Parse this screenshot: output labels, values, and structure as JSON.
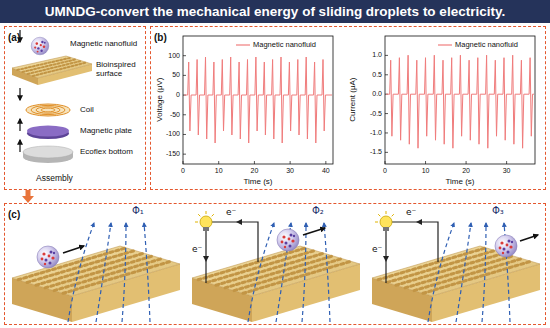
{
  "diagram": {
    "title": "UMNDG-convert the mechanical energy of sliding droplets to electricity.",
    "nodes": [
      {
        "text": [
          "(a)"
        ]
      },
      {
        "text": [
          "(b)"
        ]
      },
      {
        "text": [
          "(c)"
        ]
      }
    ],
    "edges": [
      {
        "from": 0,
        "to": 2,
        "arrow": "to"
      }
    ],
    "labels": [
      "Magnetic nanofluid",
      "Bioinspired surface",
      "Coil",
      "Magnetic plate",
      "Ecoflex bottom",
      "Assembly",
      "Voltage (μV)",
      "100",
      "50",
      "0",
      "-50",
      "-100",
      "-150",
      "0",
      "10",
      "20",
      "30",
      "40",
      "Time (s)",
      "Current (μA)",
      "1.0",
      "0.5",
      "0.0",
      "-0.5",
      "-1.0",
      "-1.5",
      "0",
      "10",
      "20",
      "30",
      "Time (s)",
      "Φ₁",
      "e⁻",
      "e⁻",
      "Φ₂",
      "e⁻",
      "e⁻",
      "Φ₃"
    ],
    "legend": [
      {
        "text": "Magnetic nanofluid"
      },
      {
        "text": "Magnetic nanofluid"
      }
    ]
  }
}
